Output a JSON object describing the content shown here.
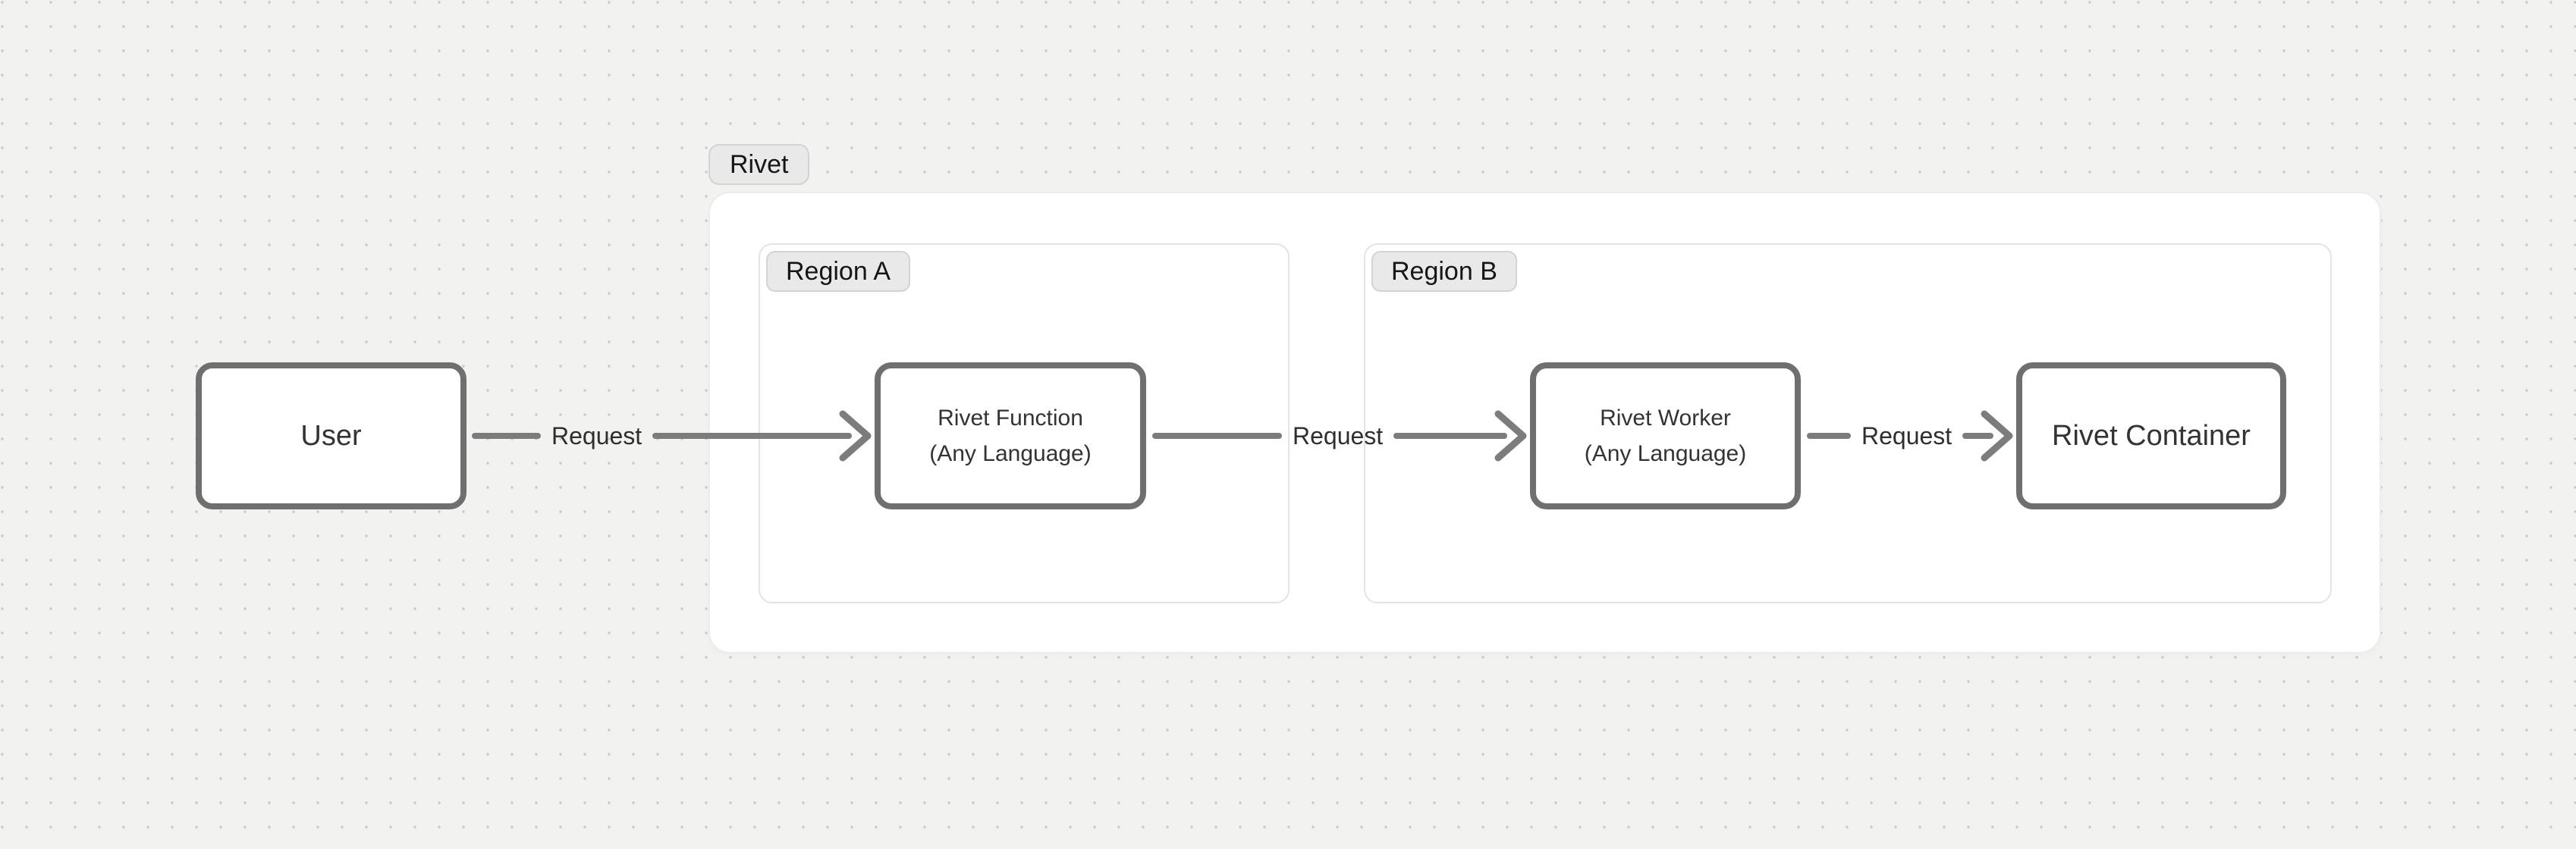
{
  "canvas": {
    "background_color": "#f2f2f1",
    "dot_color": "#c9c9c9"
  },
  "colors": {
    "node_border": "#6f6f6f",
    "arrow": "#7c7c7c",
    "pill_background": "#e9e9e9",
    "pill_border": "#d3d3d3",
    "region_border": "#e4e4e4",
    "node_text": "#333333"
  },
  "diagram": {
    "group_label": "Rivet",
    "regions": {
      "a": {
        "label": "Region A"
      },
      "b": {
        "label": "Region B"
      }
    },
    "nodes": {
      "user": {
        "label": "User"
      },
      "function": {
        "line1": "Rivet Function",
        "line2": "(Any Language)"
      },
      "worker": {
        "line1": "Rivet Worker",
        "line2": "(Any Language)"
      },
      "container": {
        "label": "Rivet Container"
      }
    },
    "edges": {
      "user_to_function": {
        "label": "Request"
      },
      "function_to_worker": {
        "label": "Request"
      },
      "worker_to_container": {
        "label": "Request"
      }
    }
  }
}
